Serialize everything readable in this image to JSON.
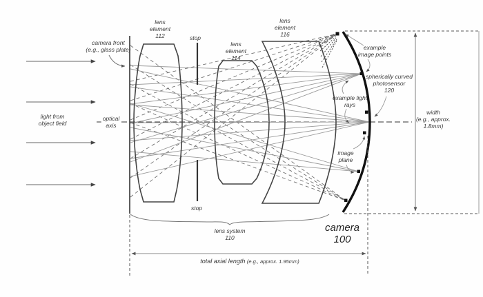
{
  "labels": {
    "camera_front": "camera front\n(e.g., glass plate)",
    "light_from_object_field": "light from\nobject field",
    "optical_axis": "optical\naxis",
    "lens_element_112": "lens\nelement\n112",
    "stop_top": "stop",
    "stop_bottom": "stop",
    "lens_element_114": "lens\nelement\n114",
    "lens_element_116": "lens\nelement\n116",
    "example_image_points": "example\nimage points",
    "photosensor": "spherically curved\nphotosensor\n120",
    "example_light_rays": "example light\nrays",
    "image_plane": "image\nplane",
    "width": "width\n(e.g., approx.\n1.8mm)",
    "lens_system": "lens system\n110",
    "camera": "camera\n100",
    "total_axial_length": "total axial length ",
    "total_axial_length_note": "(e.g., approx. 1.95mm)"
  },
  "colors": {
    "ink": "#2b2b2b",
    "lens_outline": "#444444",
    "ray_solid": "#9a9a9a",
    "ray_dashed": "#6f6f6f",
    "dimension_gray": "#8a8a8a",
    "sensor_black": "#111111",
    "background": "#fefefe"
  }
}
